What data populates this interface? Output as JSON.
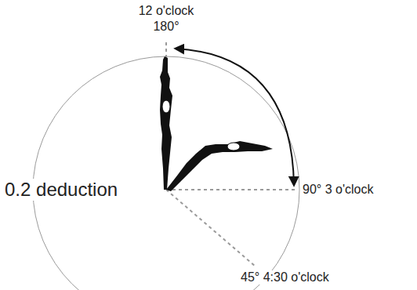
{
  "diagram": {
    "labels": [
      "12 o'clock",
      "180°",
      "0.2 deduction",
      "90° 3 o'clock",
      "45° 4:30 o'clock"
    ]
  }
}
